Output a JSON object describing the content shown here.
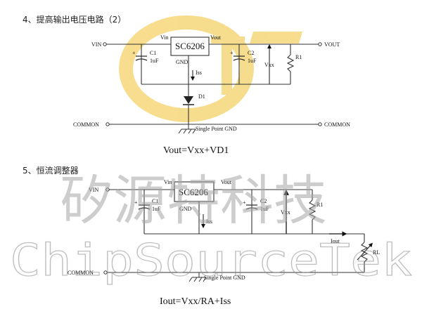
{
  "watermark": {
    "logo_color": "#f3cf5d",
    "cn_text": "矽源特科技",
    "en_text": "ChipSourceTek"
  },
  "circuit1": {
    "title": "4、提高输出电压电路（2）",
    "vin": "VIN",
    "vout": "VOUT",
    "common_left": "COMMON",
    "common_right": "COMMON",
    "chip": "SC6206",
    "pin_vin": "Vin",
    "pin_vout": "Vout",
    "pin_gnd": "GND",
    "c1_name": "C1",
    "c1_val": "1uF",
    "c2_name": "C2",
    "c2_val": "1uF",
    "r1": "R1",
    "vxx": "Vxx",
    "iss": "Iss",
    "d1": "D1",
    "gnd_note": "Single Point GND",
    "formula": "Vout=Vxx+VD1"
  },
  "circuit2": {
    "title": "5、恒流调整器",
    "vin": "VIN",
    "common": "COMMON",
    "chip": "SC6206",
    "pin_vin": "Vin",
    "pin_vout": "Vout",
    "pin_gnd": "GND",
    "c1_name": "C1",
    "c1_val": "1uF",
    "c2_name": "C2",
    "c2_val": "1uF",
    "r1": "R1",
    "rl": "RL",
    "vxx": "Vxx",
    "iss": "Iss",
    "iout": "Iout",
    "gnd_note": "Single Point GND",
    "formula": "Iout=Vxx/RA+Iss"
  }
}
